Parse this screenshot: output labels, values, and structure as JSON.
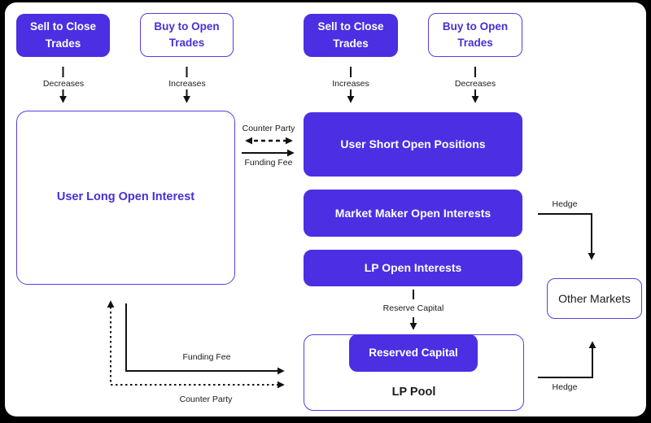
{
  "colors": {
    "purple_fill": "#4C2EE3",
    "purple_border": "#5B3BE0",
    "purple_text": "#4A2ED8",
    "arrow_black": "#111111",
    "label_black": "#1A1A1A",
    "panel_bg": "#FFFFFF",
    "frame_bg": "#000000"
  },
  "top_row": [
    {
      "label": "Sell to Close Trades",
      "style": "filled",
      "flow_label": "Decreases"
    },
    {
      "label": "Buy to Open Trades",
      "style": "outline",
      "flow_label": "Increases"
    },
    {
      "label": "Sell to Close Trades",
      "style": "filled",
      "flow_label": "Increases"
    },
    {
      "label": "Buy to Open Trades",
      "style": "outline",
      "flow_label": "Decreases"
    }
  ],
  "nodes": {
    "user_long": "User Long Open Interest",
    "user_short": "User Short Open Positions",
    "market_maker": "Market Maker Open Interests",
    "lp_open": "LP Open Interests",
    "reserved_capital": "Reserved Capital",
    "lp_pool": "LP Pool",
    "other_markets": "Other Markets"
  },
  "edge_labels": {
    "counter_party_mid": "Counter Party",
    "funding_fee_mid": "Funding Fee",
    "reserve_capital": "Reserve Capital",
    "hedge_top": "Hedge",
    "hedge_bottom": "Hedge",
    "funding_fee_bottom": "Funding Fee",
    "counter_party_bottom": "Counter Party"
  }
}
